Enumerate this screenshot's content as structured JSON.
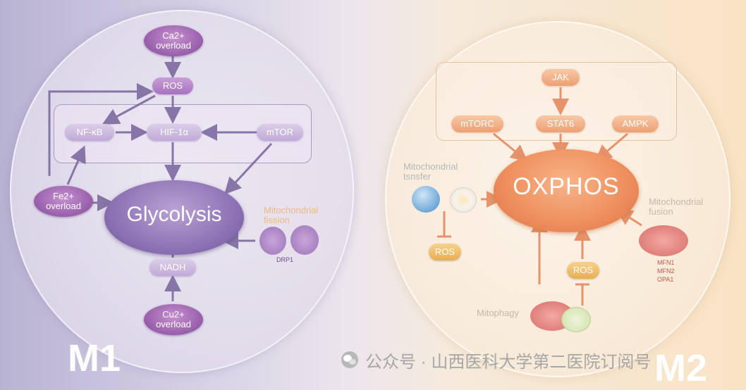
{
  "m1": {
    "label": "M1",
    "ca_overload": {
      "ion": "Ca2+",
      "text": "overload"
    },
    "ros": "ROS",
    "nfkb": "NF-κB",
    "hif": "HIF-1α",
    "mtor": "mTOR",
    "fe_overload": {
      "ion": "Fe2+",
      "text": "overload"
    },
    "glycolysis": "Glycolysis",
    "fission_label": "Mitochondrial fission",
    "drp1": "DRP1",
    "nadh": "NADH",
    "cu_overload": {
      "ion": "Cu2+",
      "text": "overload"
    }
  },
  "m2": {
    "label": "M2",
    "jak": "JAK",
    "mtorc": "mTORC",
    "stat6": "STAT6",
    "ampk": "AMPK",
    "oxphos": "OXPHOS",
    "transfer_label": "Mitochondrial tsnsfer",
    "ros_left": "ROS",
    "ros_mid": "ROS",
    "fusion_label": "Mitochondrial fusion",
    "fusion_genes": [
      "MFN1",
      "MFN2",
      "OPA1"
    ],
    "mitophagy": "Mitophagy"
  },
  "watermark": "公众号 · 山西医科大学第二医院订阅号",
  "colors": {
    "m1_purple": "#8e73b5",
    "m1_arrow": "#7d6aa0",
    "m2_orange": "#ee8e5c",
    "m2_arrow": "#e4895f",
    "label_orange": "#f0b684"
  }
}
